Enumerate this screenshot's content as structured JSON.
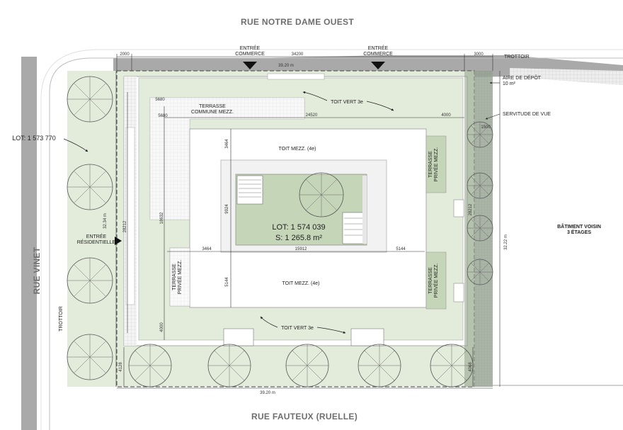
{
  "streets": {
    "north": "RUE NOTRE DAME OUEST",
    "south": "RUE FAUTEUX (RUELLE)",
    "west": "RUE VINET"
  },
  "labels": {
    "entree_commerce": "ENTRÉE\nCOMMERCE",
    "trottoir_top": "TROTTOIR",
    "trottoir_left": "TROTTOIR",
    "aire_depot": "AIRE DE DÉPÔT\n10 m²",
    "servitude": "SERVITUDE DE VUE",
    "toit_vert_top": "TOIT VERT 3e",
    "toit_vert_bottom": "TOIT VERT 3e",
    "terrasse_commune": "TERRASSE\nCOMMUNE MEZZ.",
    "toit_mezz_top": "TOIT MEZZ. (4e)",
    "toit_mezz_bottom": "TOIT MEZZ. (4e)",
    "terrasse_privee": "TERRASSE\nPRIVÉE MEZZ.",
    "lot_main": "LOT: 1 574 039",
    "lot_area": "S: 1 265.8 m²",
    "lot_left": "LOT: 1 573 770",
    "entree_res": "ENTRÉE\nRÉSIDENTIELLE",
    "batiment_voisin": "BÂTIMENT VOISIN\n3 ÉTAGES"
  },
  "dimensions": {
    "d2000": "2000",
    "d34200": "34200",
    "d3000": "3000",
    "d3920_top": "39.20 m",
    "d3920_bottom": "39.20 m",
    "d5680a": "5680",
    "d5680b": "5680",
    "d24520": "24520",
    "d4000_top": "4000",
    "d1500": "1500",
    "d3464_v": "3464",
    "d9924": "9924",
    "d3464_h": "3464",
    "d15912": "15912",
    "d5144_h": "5144",
    "d5144_v": "5144",
    "d18632": "18632",
    "d28212_left": "28212",
    "d28212_right": "28212",
    "d3234_left": "32.34 m",
    "d3222_right": "32.22 m",
    "d4000_left": "4000",
    "d4128": "4128",
    "d4068": "4068"
  },
  "colors": {
    "green_light": "#e3ecdb",
    "green_mid": "#c5d6b8",
    "green_dark": "#8fa189",
    "street_grey": "#a9a9a9"
  }
}
